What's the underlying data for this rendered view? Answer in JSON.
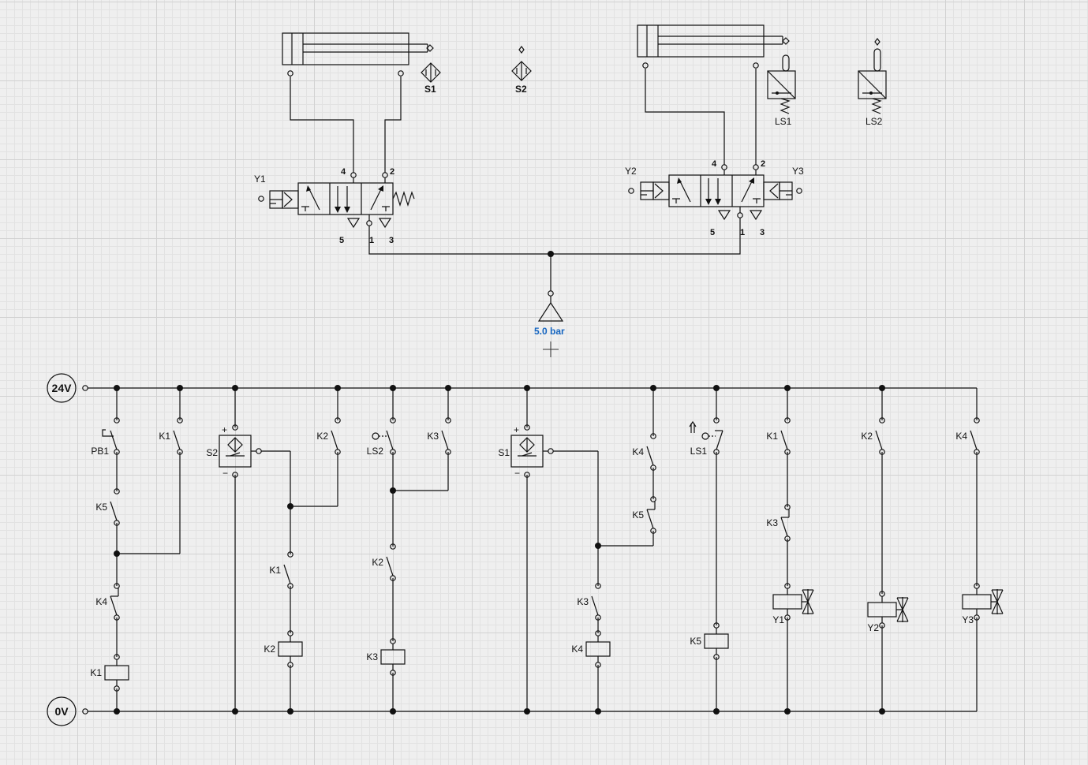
{
  "pneumatic": {
    "sensors": {
      "s1": "S1",
      "s2": "S2",
      "ls1": "LS1",
      "ls2": "LS2"
    },
    "valve1": {
      "solenoid": "Y1",
      "port4": "4",
      "port2": "2",
      "port5": "5",
      "port1": "1",
      "port3": "3"
    },
    "valve2": {
      "solenoid_left": "Y2",
      "solenoid_right": "Y3",
      "port4": "4",
      "port2": "2",
      "port5": "5",
      "port1": "1",
      "port3": "3"
    },
    "supply": {
      "pressure": "5.0 bar",
      "color": "#1565c0"
    }
  },
  "electrical": {
    "rail_top": "24V",
    "rail_bottom": "0V",
    "labels": {
      "pb1": "PB1",
      "k5_a": "K5",
      "k4_a": "K4",
      "k1_coil": "K1",
      "k1_hold": "K1",
      "s2": "S2",
      "k2_hold": "K2",
      "k1_b": "K1",
      "k2_coil": "K2",
      "ls2": "LS2",
      "k3_hold": "K3",
      "k2_b": "K2",
      "k3_coil": "K3",
      "s1": "S1",
      "k4_b": "K4",
      "k5_b": "K5",
      "k3_b": "K3",
      "k4_coil": "K4",
      "ls1": "LS1",
      "k5_coil": "K5",
      "k1_c": "K1",
      "k3_c": "K3",
      "y1": "Y1",
      "k2_c": "K2",
      "y2": "Y2",
      "k4_c": "K4",
      "y3": "Y3"
    }
  }
}
